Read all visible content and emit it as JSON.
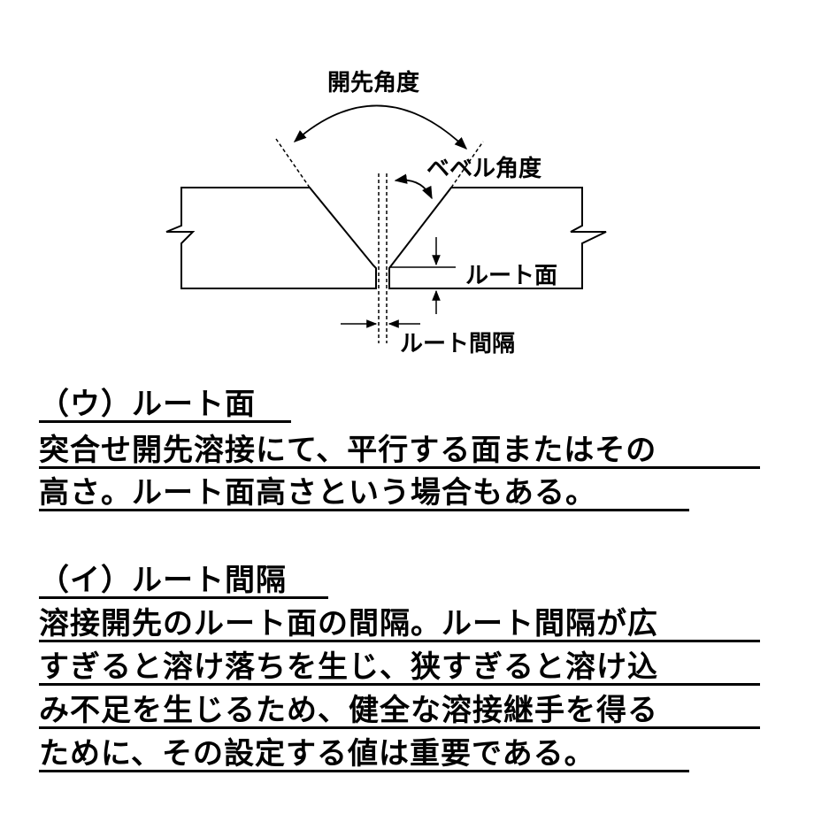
{
  "diagram": {
    "label_groove_angle": "開先角度",
    "label_bevel_angle": "ベベル角度",
    "label_root_face": "ルート面",
    "label_root_gap": "ルート間隔"
  },
  "sections": [
    {
      "heading": "（ウ）ルート面",
      "lines": [
        "突合せ開先溶接にて、平行する面またはその",
        "高さ。ルート面高さという場合もある。"
      ]
    },
    {
      "heading": "（イ）ルート間隔",
      "lines": [
        "溶接開先のルート面の間隔。ルート間隔が広",
        "すぎると溶け落ちを生じ、狭すぎると溶け込",
        "み不足を生じるため、健全な溶接継手を得る",
        "ために、その設定する値は重要である。"
      ]
    }
  ]
}
